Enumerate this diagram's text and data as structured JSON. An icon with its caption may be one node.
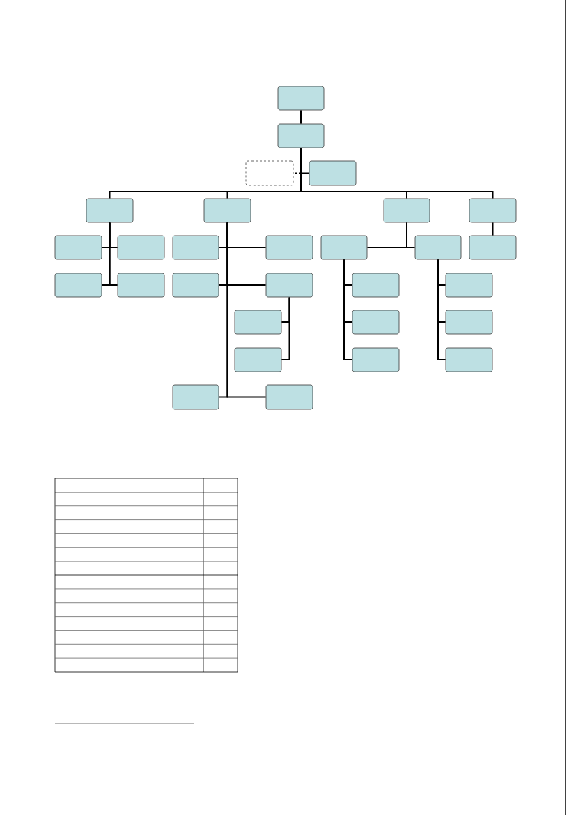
{
  "diagram": {
    "nodes": [
      {
        "text": [],
        "shape": "box"
      },
      {
        "text": [],
        "shape": "box"
      },
      {
        "text": [],
        "shape": "box"
      },
      {
        "text": [],
        "shape": "box"
      },
      {
        "text": [],
        "shape": "box"
      },
      {
        "text": [],
        "shape": "box"
      },
      {
        "text": [],
        "shape": "box"
      },
      {
        "text": [],
        "shape": "box"
      },
      {
        "text": [],
        "shape": "box"
      },
      {
        "text": [],
        "shape": "box"
      },
      {
        "text": [],
        "shape": "box"
      },
      {
        "text": [],
        "shape": "box"
      },
      {
        "text": [],
        "shape": "box"
      },
      {
        "text": [],
        "shape": "box"
      },
      {
        "text": [],
        "shape": "box"
      },
      {
        "text": [],
        "shape": "box"
      },
      {
        "text": [],
        "shape": "box"
      },
      {
        "text": [],
        "shape": "box"
      },
      {
        "text": [],
        "shape": "box"
      },
      {
        "text": [],
        "shape": "box"
      },
      {
        "text": [],
        "shape": "box"
      },
      {
        "text": [],
        "shape": "box"
      },
      {
        "text": [],
        "shape": "box"
      },
      {
        "text": [],
        "shape": "box"
      },
      {
        "text": [],
        "shape": "box"
      },
      {
        "text": [],
        "shape": "box"
      },
      {
        "text": [],
        "shape": "box"
      },
      {
        "text": [],
        "shape": "box"
      },
      {
        "text": [],
        "shape": "box"
      }
    ],
    "edges": [
      {
        "from": 0,
        "to": 1,
        "arrow": "none"
      },
      {
        "from": 1,
        "to": 2,
        "arrow": "none",
        "style": "dashed"
      },
      {
        "from": 1,
        "to": 3,
        "arrow": "none"
      },
      {
        "from": 1,
        "to": 4,
        "arrow": "none"
      },
      {
        "from": 1,
        "to": 5,
        "arrow": "none"
      },
      {
        "from": 1,
        "to": 6,
        "arrow": "none"
      },
      {
        "from": 1,
        "to": 7,
        "arrow": "none"
      },
      {
        "from": 4,
        "to": 8,
        "arrow": "none"
      },
      {
        "from": 4,
        "to": 9,
        "arrow": "none"
      },
      {
        "from": 4,
        "to": 15,
        "arrow": "none"
      },
      {
        "from": 4,
        "to": 16,
        "arrow": "none"
      },
      {
        "from": 5,
        "to": 10,
        "arrow": "none"
      },
      {
        "from": 5,
        "to": 11,
        "arrow": "none"
      },
      {
        "from": 5,
        "to": 17,
        "arrow": "none"
      },
      {
        "from": 5,
        "to": 18,
        "arrow": "none"
      },
      {
        "from": 5,
        "to": 27,
        "arrow": "none"
      },
      {
        "from": 5,
        "to": 28,
        "arrow": "none"
      },
      {
        "from": 18,
        "to": 21,
        "arrow": "none"
      },
      {
        "from": 18,
        "to": 24,
        "arrow": "none"
      },
      {
        "from": 6,
        "to": 12,
        "arrow": "none"
      },
      {
        "from": 6,
        "to": 13,
        "arrow": "none"
      },
      {
        "from": 7,
        "to": 14,
        "arrow": "none"
      },
      {
        "from": 12,
        "to": 19,
        "arrow": "none"
      },
      {
        "from": 12,
        "to": 22,
        "arrow": "none"
      },
      {
        "from": 12,
        "to": 25,
        "arrow": "none"
      },
      {
        "from": 13,
        "to": 20,
        "arrow": "none"
      },
      {
        "from": 13,
        "to": 23,
        "arrow": "none"
      },
      {
        "from": 13,
        "to": 26,
        "arrow": "none"
      }
    ]
  }
}
